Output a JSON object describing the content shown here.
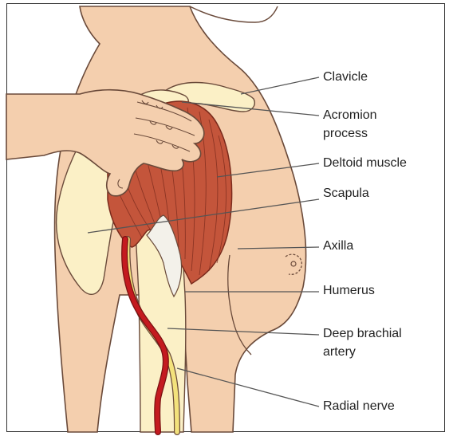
{
  "labels": {
    "clavicle": "Clavicle",
    "acromion": [
      "Acromion",
      "process"
    ],
    "deltoid": "Deltoid muscle",
    "scapula": "Scapula",
    "axilla": "Axilla",
    "humerus": "Humerus",
    "artery": [
      "Deep brachial",
      "artery"
    ],
    "nerve": "Radial nerve"
  },
  "colors": {
    "skin": "#f4cfae",
    "skin_line": "#6a4a3a",
    "muscle": "#c4553b",
    "muscle_line": "#7a2a1c",
    "bone": "#fbf0c6",
    "tendon": "#f3f1ea",
    "artery": "#c41a1f",
    "nerve": "#f3e27c",
    "leader": "#555555"
  }
}
